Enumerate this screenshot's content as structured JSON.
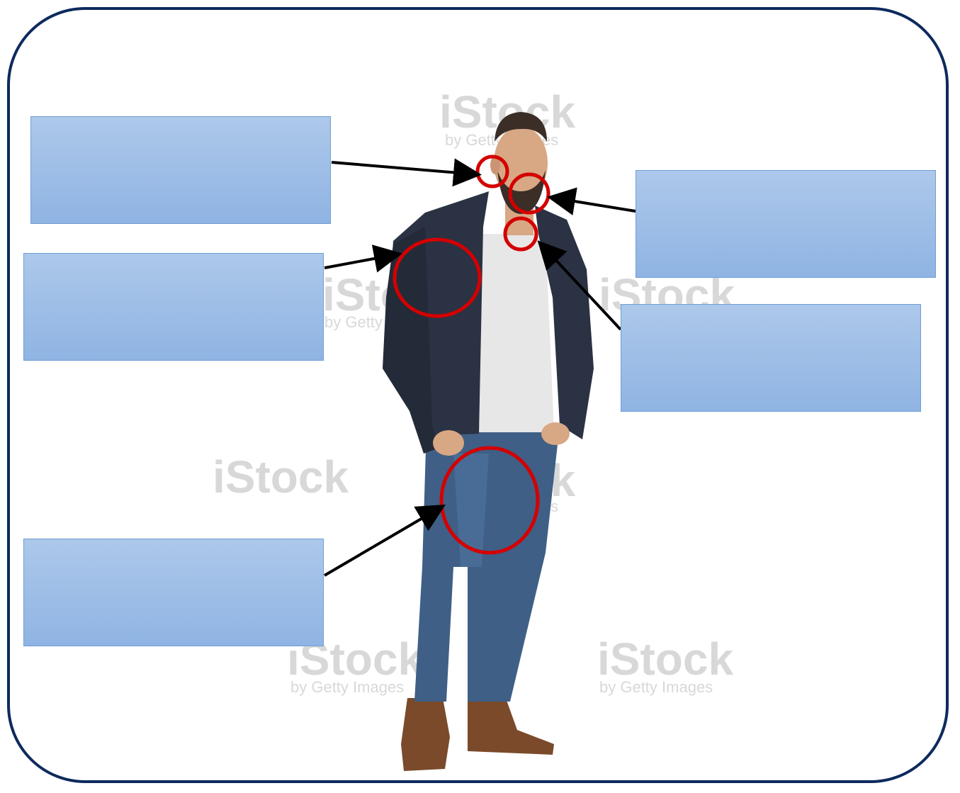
{
  "watermarks": {
    "brand": "iStock",
    "byline": "by Getty Images"
  },
  "labels": {
    "ear": "",
    "jacket": "",
    "jeans": "",
    "beard": "",
    "neck": ""
  },
  "colors": {
    "frame_border": "#0e2a5e",
    "label_fill": "#9dbfe7",
    "label_border": "#6f9fd6",
    "highlight_circle": "#d40000",
    "arrow": "#000000",
    "jacket": "#2a3243",
    "shirt": "#e7e7e7",
    "jeans": "#3f5f86",
    "boots": "#7a4a2a",
    "skin": "#d8a784",
    "hair": "#3a2e27"
  },
  "icons": {
    "person": "man-standing-photo",
    "marker": "red-circle-marker",
    "pointer": "black-arrow"
  }
}
